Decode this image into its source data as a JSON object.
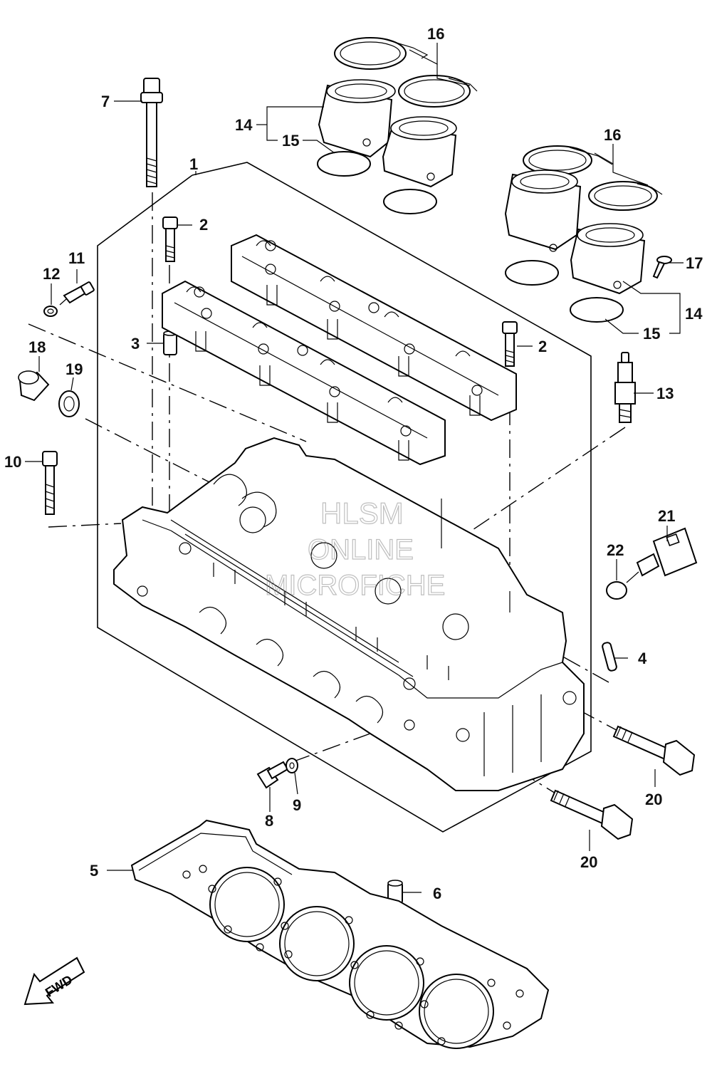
{
  "callouts": {
    "c1": "1",
    "c2a": "2",
    "c2b": "2",
    "c3": "3",
    "c4": "4",
    "c5": "5",
    "c6": "6",
    "c7": "7",
    "c8": "8",
    "c9": "9",
    "c10": "10",
    "c11": "11",
    "c12": "12",
    "c13": "13",
    "c14a": "14",
    "c14b": "14",
    "c15a": "15",
    "c15b": "15",
    "c16a": "16",
    "c16b": "16",
    "c17": "17",
    "c18": "18",
    "c19": "19",
    "c20a": "20",
    "c20b": "20",
    "c21": "21",
    "c22": "22"
  },
  "fwd_label": "FWD",
  "watermark": {
    "line1": "HLSM",
    "line2": "ONLINE",
    "line3": "MICROFICHE"
  }
}
